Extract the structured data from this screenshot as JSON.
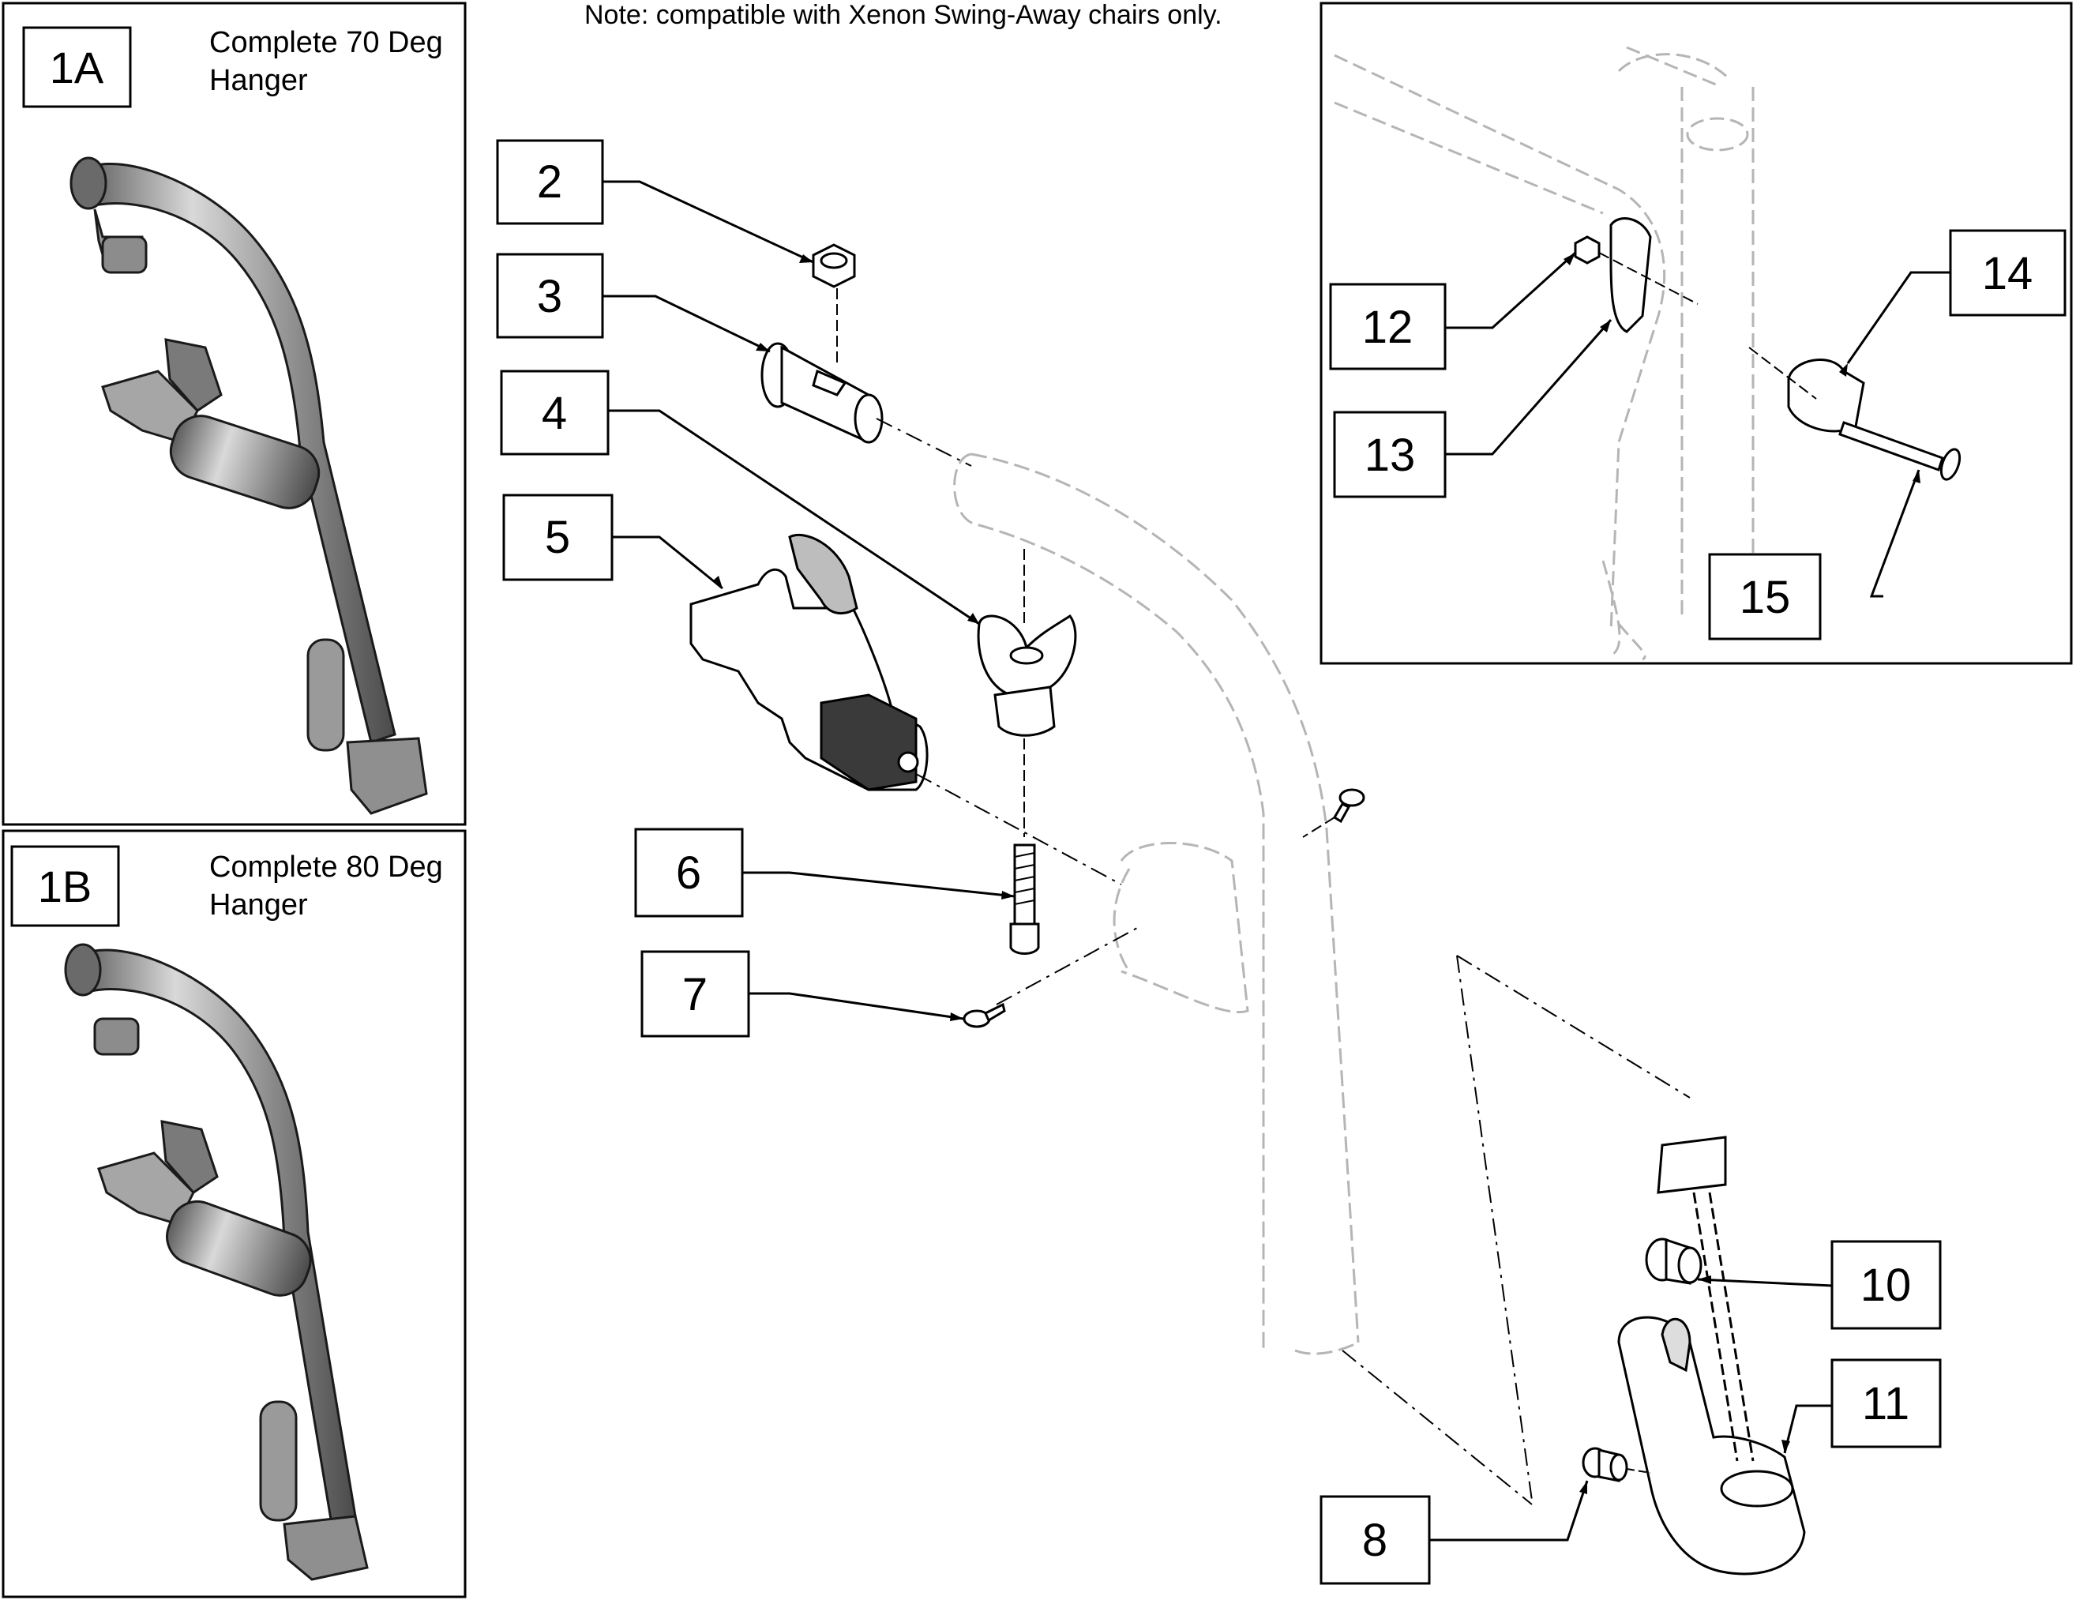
{
  "note": "Note: compatible with Xenon Swing-Away chairs only.",
  "panel_1a": {
    "label": "1A",
    "title_line1": "Complete 70 Deg",
    "title_line2": "Hanger"
  },
  "panel_1b": {
    "label": "1B",
    "title_line1": "Complete 80 Deg",
    "title_line2": "Hanger"
  },
  "callouts": {
    "c2": "2",
    "c3": "3",
    "c4": "4",
    "c5": "5",
    "c6": "6",
    "c7": "7",
    "c8": "8",
    "c10": "10",
    "c11": "11",
    "c12": "12",
    "c13": "13",
    "c14": "14",
    "c15": "15"
  },
  "colors": {
    "line": "#000000",
    "frame_ghost": "#b5b5b5",
    "part_fill": "#ffffff",
    "hanger_fill": "#8f8f8f",
    "hanger_dark": "#3a3a3a"
  }
}
